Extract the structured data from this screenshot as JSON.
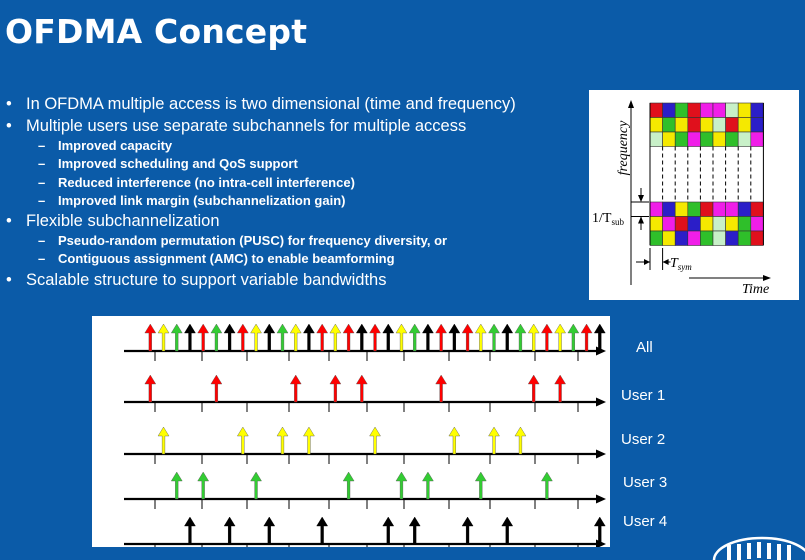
{
  "slide": {
    "title": "OFDMA Concept",
    "bullets": [
      {
        "text": "In OFDMA multiple access is two dimensional (time and frequency)",
        "level": 1
      },
      {
        "text": "Multiple users use separate subchannels for multiple access",
        "level": 1
      },
      {
        "text": "Improved capacity",
        "level": 2
      },
      {
        "text": "Improved scheduling and QoS support",
        "level": 2
      },
      {
        "text": "Reduced interference (no intra-cell interference)",
        "level": 2
      },
      {
        "text": "Improved link margin (subchannelization gain)",
        "level": 2
      },
      {
        "text": "Flexible subchannelization",
        "level": 1
      },
      {
        "text": "Pseudo-random permutation (PUSC) for frequency diversity, or",
        "level": 2
      },
      {
        "text": "Contiguous assignment (AMC) to enable beamforming",
        "level": 2
      },
      {
        "text": "Scalable structure to support variable bandwidths",
        "level": 1
      }
    ]
  },
  "grid_figure": {
    "ylabel": "frequency",
    "xlabel": "Time",
    "left_label": "1/T",
    "left_label_sub": "sub",
    "bottom_label": "T",
    "bottom_label_sub": "sym",
    "palette": [
      "#e0101c",
      "#f5e900",
      "#2fbf2a",
      "#2b1ec8",
      "#f01ee8",
      "#c8f0c8"
    ],
    "top_rows": [
      [
        0,
        3,
        2,
        0,
        4,
        4,
        5,
        1,
        3
      ],
      [
        1,
        2,
        1,
        0,
        1,
        5,
        0,
        1,
        3
      ],
      [
        5,
        1,
        2,
        4,
        2,
        1,
        2,
        5,
        4
      ]
    ],
    "bottom_rows": [
      [
        4,
        3,
        1,
        2,
        0,
        4,
        4,
        3,
        0
      ],
      [
        1,
        4,
        0,
        3,
        1,
        5,
        1,
        2,
        4
      ],
      [
        2,
        1,
        3,
        4,
        2,
        5,
        3,
        2,
        0
      ]
    ]
  },
  "pilot_figure": {
    "colors": {
      "red": "#ff0000",
      "yellow": "#ffff00",
      "green": "#33cc33",
      "black": "#000000"
    },
    "rows": [
      {
        "label": "All",
        "arrows": [
          {
            "x": 1,
            "c": "red"
          },
          {
            "x": 2,
            "c": "yellow"
          },
          {
            "x": 3,
            "c": "green"
          },
          {
            "x": 4,
            "c": "black"
          },
          {
            "x": 5,
            "c": "red"
          },
          {
            "x": 6,
            "c": "green"
          },
          {
            "x": 7,
            "c": "black"
          },
          {
            "x": 8,
            "c": "red"
          },
          {
            "x": 9,
            "c": "yellow"
          },
          {
            "x": 10,
            "c": "black"
          },
          {
            "x": 11,
            "c": "green"
          },
          {
            "x": 12,
            "c": "yellow"
          },
          {
            "x": 13,
            "c": "black"
          },
          {
            "x": 14,
            "c": "red"
          },
          {
            "x": 15,
            "c": "yellow"
          },
          {
            "x": 16,
            "c": "red"
          },
          {
            "x": 17,
            "c": "black"
          },
          {
            "x": 18,
            "c": "red"
          },
          {
            "x": 19,
            "c": "black"
          },
          {
            "x": 20,
            "c": "yellow"
          },
          {
            "x": 21,
            "c": "green"
          },
          {
            "x": 22,
            "c": "black"
          },
          {
            "x": 23,
            "c": "red"
          },
          {
            "x": 24,
            "c": "black"
          },
          {
            "x": 25,
            "c": "red"
          },
          {
            "x": 26,
            "c": "yellow"
          },
          {
            "x": 27,
            "c": "green"
          },
          {
            "x": 28,
            "c": "black"
          },
          {
            "x": 29,
            "c": "green"
          },
          {
            "x": 30,
            "c": "yellow"
          },
          {
            "x": 31,
            "c": "red"
          },
          {
            "x": 32,
            "c": "yellow"
          },
          {
            "x": 33,
            "c": "green"
          },
          {
            "x": 34,
            "c": "red"
          },
          {
            "x": 35,
            "c": "black"
          }
        ]
      },
      {
        "label": "User 1",
        "arrows": [
          {
            "x": 1,
            "c": "red"
          },
          {
            "x": 6,
            "c": "red"
          },
          {
            "x": 12,
            "c": "red"
          },
          {
            "x": 15,
            "c": "red"
          },
          {
            "x": 17,
            "c": "red"
          },
          {
            "x": 23,
            "c": "red"
          },
          {
            "x": 30,
            "c": "red"
          },
          {
            "x": 32,
            "c": "red"
          }
        ]
      },
      {
        "label": "User 2",
        "arrows": [
          {
            "x": 2,
            "c": "yellow"
          },
          {
            "x": 8,
            "c": "yellow"
          },
          {
            "x": 11,
            "c": "yellow"
          },
          {
            "x": 13,
            "c": "yellow"
          },
          {
            "x": 18,
            "c": "yellow"
          },
          {
            "x": 24,
            "c": "yellow"
          },
          {
            "x": 27,
            "c": "yellow"
          },
          {
            "x": 29,
            "c": "yellow"
          }
        ]
      },
      {
        "label": "User 3",
        "arrows": [
          {
            "x": 3,
            "c": "green"
          },
          {
            "x": 5,
            "c": "green"
          },
          {
            "x": 9,
            "c": "green"
          },
          {
            "x": 16,
            "c": "green"
          },
          {
            "x": 20,
            "c": "green"
          },
          {
            "x": 22,
            "c": "green"
          },
          {
            "x": 26,
            "c": "green"
          },
          {
            "x": 31,
            "c": "green"
          }
        ]
      },
      {
        "label": "User 4",
        "arrows": [
          {
            "x": 4,
            "c": "black"
          },
          {
            "x": 7,
            "c": "black"
          },
          {
            "x": 10,
            "c": "black"
          },
          {
            "x": 14,
            "c": "black"
          },
          {
            "x": 19,
            "c": "black"
          },
          {
            "x": 21,
            "c": "black"
          },
          {
            "x": 25,
            "c": "black"
          },
          {
            "x": 28,
            "c": "black"
          },
          {
            "x": 35,
            "c": "black"
          }
        ]
      }
    ]
  }
}
